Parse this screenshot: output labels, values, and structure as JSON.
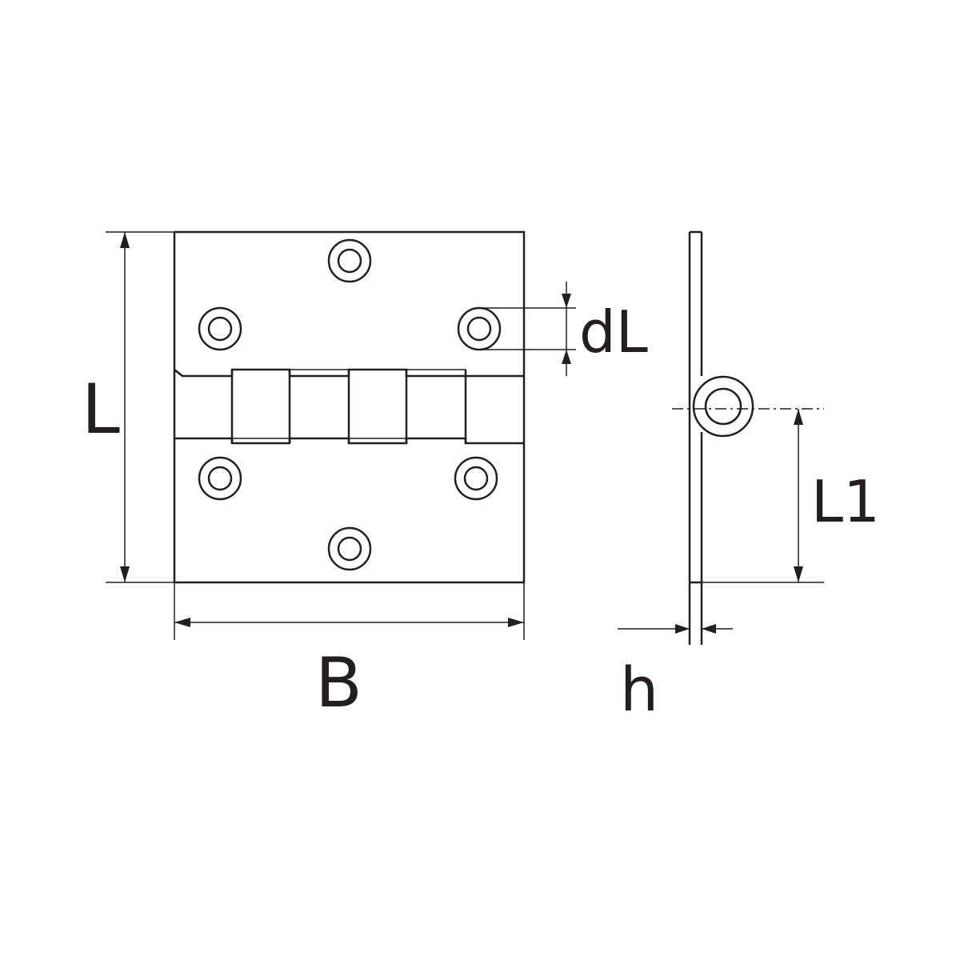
{
  "labels": {
    "length": "L",
    "width": "B",
    "hole_diameter": "dL",
    "pin_offset": "L1",
    "thickness": "h"
  },
  "colors": {
    "line": "#231f20",
    "background": "#ffffff"
  }
}
